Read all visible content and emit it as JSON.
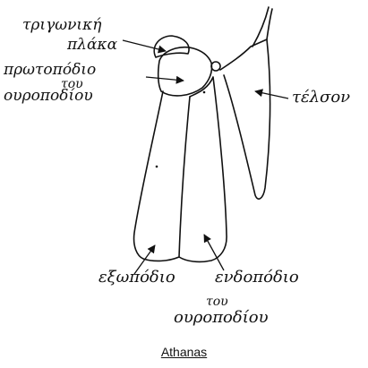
{
  "labels": {
    "triangular_plate": [
      "τριγωνική",
      "πλάκα"
    ],
    "protopodite": [
      "πρωτοπόδιο",
      "του",
      "ουροποδίου"
    ],
    "telson": "τέλσον",
    "exopodite": "εξωπόδιο",
    "endopodite": [
      "ενδοπόδιο",
      "του",
      "ουροποδίου"
    ]
  },
  "credit": "Athanas",
  "colors": {
    "ink": "#111111",
    "background": "#ffffff"
  }
}
